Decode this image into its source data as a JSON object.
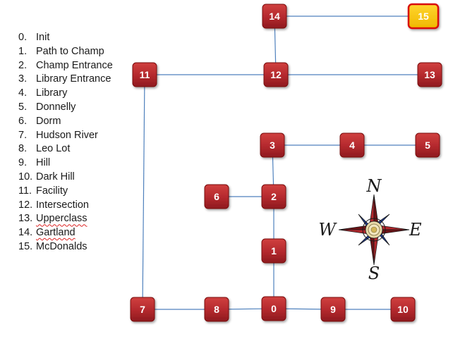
{
  "legend": [
    {
      "num": "0.",
      "label": "Init"
    },
    {
      "num": "1.",
      "label": "Path to Champ"
    },
    {
      "num": "2.",
      "label": "Champ Entrance"
    },
    {
      "num": "3.",
      "label": "Library Entrance"
    },
    {
      "num": "4.",
      "label": "Library"
    },
    {
      "num": "5.",
      "label": "Donnelly"
    },
    {
      "num": "6.",
      "label": "Dorm"
    },
    {
      "num": "7.",
      "label": "Hudson River"
    },
    {
      "num": "8.",
      "label": "Leo Lot"
    },
    {
      "num": "9.",
      "label": "Hill"
    },
    {
      "num": "10.",
      "label": "Dark Hill"
    },
    {
      "num": "11.",
      "label": "Facility"
    },
    {
      "num": "12.",
      "label": "Intersection"
    },
    {
      "num": "13.",
      "label": "Upperclass",
      "spell": true
    },
    {
      "num": "14.",
      "label": "Gartland",
      "spell": true
    },
    {
      "num": "15.",
      "label": "McDonalds"
    }
  ],
  "nodes": [
    {
      "id": "0",
      "label": "0"
    },
    {
      "id": "1",
      "label": "1"
    },
    {
      "id": "2",
      "label": "2"
    },
    {
      "id": "3",
      "label": "3"
    },
    {
      "id": "4",
      "label": "4"
    },
    {
      "id": "5",
      "label": "5"
    },
    {
      "id": "6",
      "label": "6"
    },
    {
      "id": "7",
      "label": "7"
    },
    {
      "id": "8",
      "label": "8"
    },
    {
      "id": "9",
      "label": "9"
    },
    {
      "id": "10",
      "label": "10"
    },
    {
      "id": "11",
      "label": "11"
    },
    {
      "id": "12",
      "label": "12"
    },
    {
      "id": "13",
      "label": "13"
    },
    {
      "id": "14",
      "label": "14"
    },
    {
      "id": "15",
      "label": "15",
      "highlight": true
    }
  ],
  "edges": [
    [
      "0",
      "1"
    ],
    [
      "1",
      "2"
    ],
    [
      "2",
      "3"
    ],
    [
      "2",
      "6"
    ],
    [
      "3",
      "4"
    ],
    [
      "4",
      "5"
    ],
    [
      "0",
      "8"
    ],
    [
      "8",
      "7"
    ],
    [
      "0",
      "9"
    ],
    [
      "9",
      "10"
    ],
    [
      "7",
      "11"
    ],
    [
      "11",
      "12"
    ],
    [
      "12",
      "13"
    ],
    [
      "12",
      "14"
    ],
    [
      "14",
      "15"
    ]
  ],
  "compass": {
    "north": "N",
    "south": "S",
    "east": "E",
    "west": "W"
  },
  "colors": {
    "node": "#b3282d",
    "highlight": "#f5c400",
    "highlight_border": "#d90d0d",
    "edge": "#4f81bd"
  }
}
